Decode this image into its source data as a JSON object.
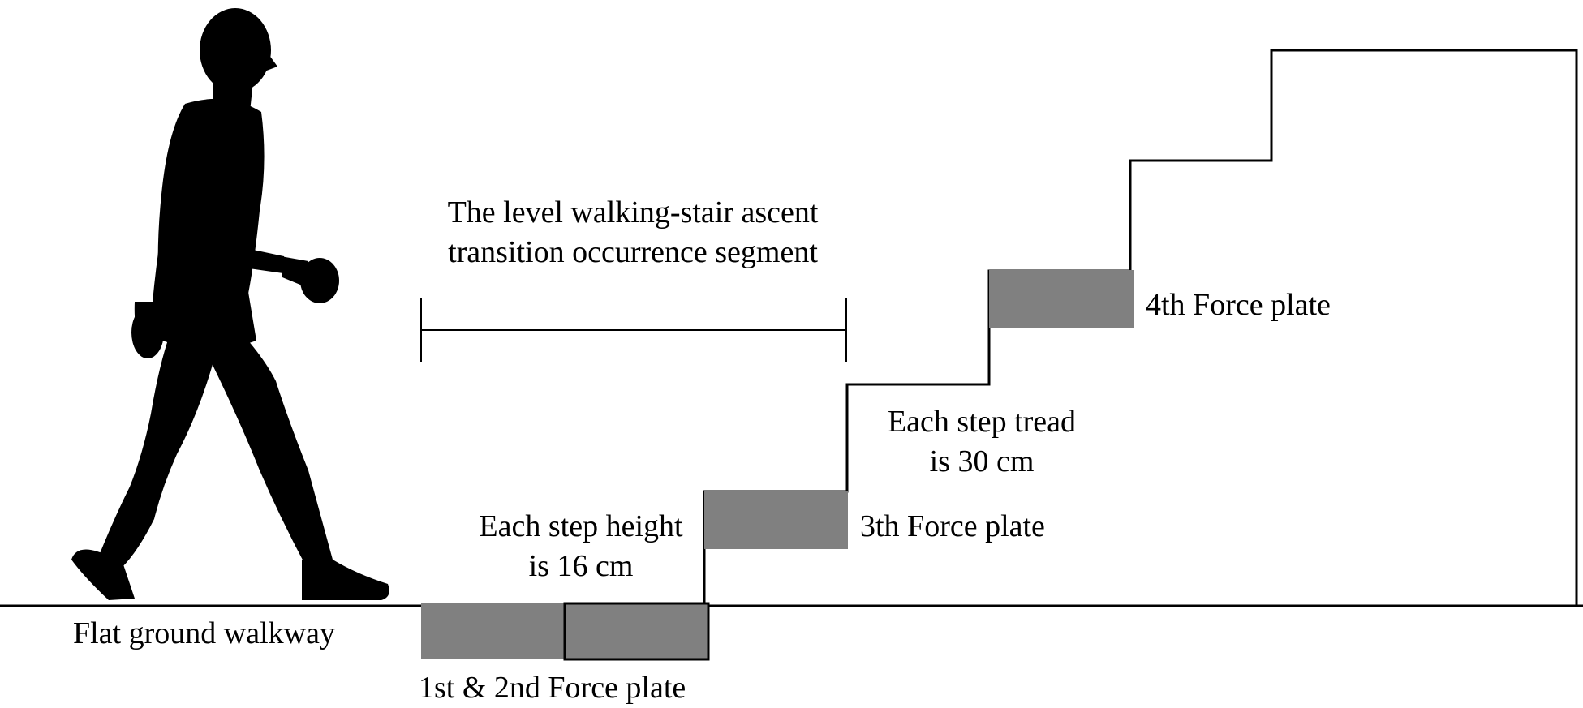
{
  "colors": {
    "ink": "#000000",
    "plate_fill": "#808080",
    "background": "#ffffff"
  },
  "labels": {
    "segment_title_line1": "The level walking-stair ascent",
    "segment_title_line2": "transition occurrence segment",
    "step_tread_line1": "Each step tread",
    "step_tread_line2": "is 30 cm",
    "step_height_line1": "Each step height",
    "step_height_line2": "is 16 cm",
    "plate_4": "4th Force plate",
    "plate_3": "3th Force plate",
    "plate_1_2": "1st & 2nd Force plate",
    "walkway": "Flat ground walkway"
  },
  "figure": {
    "walker": "walking-person-silhouette-icon"
  }
}
